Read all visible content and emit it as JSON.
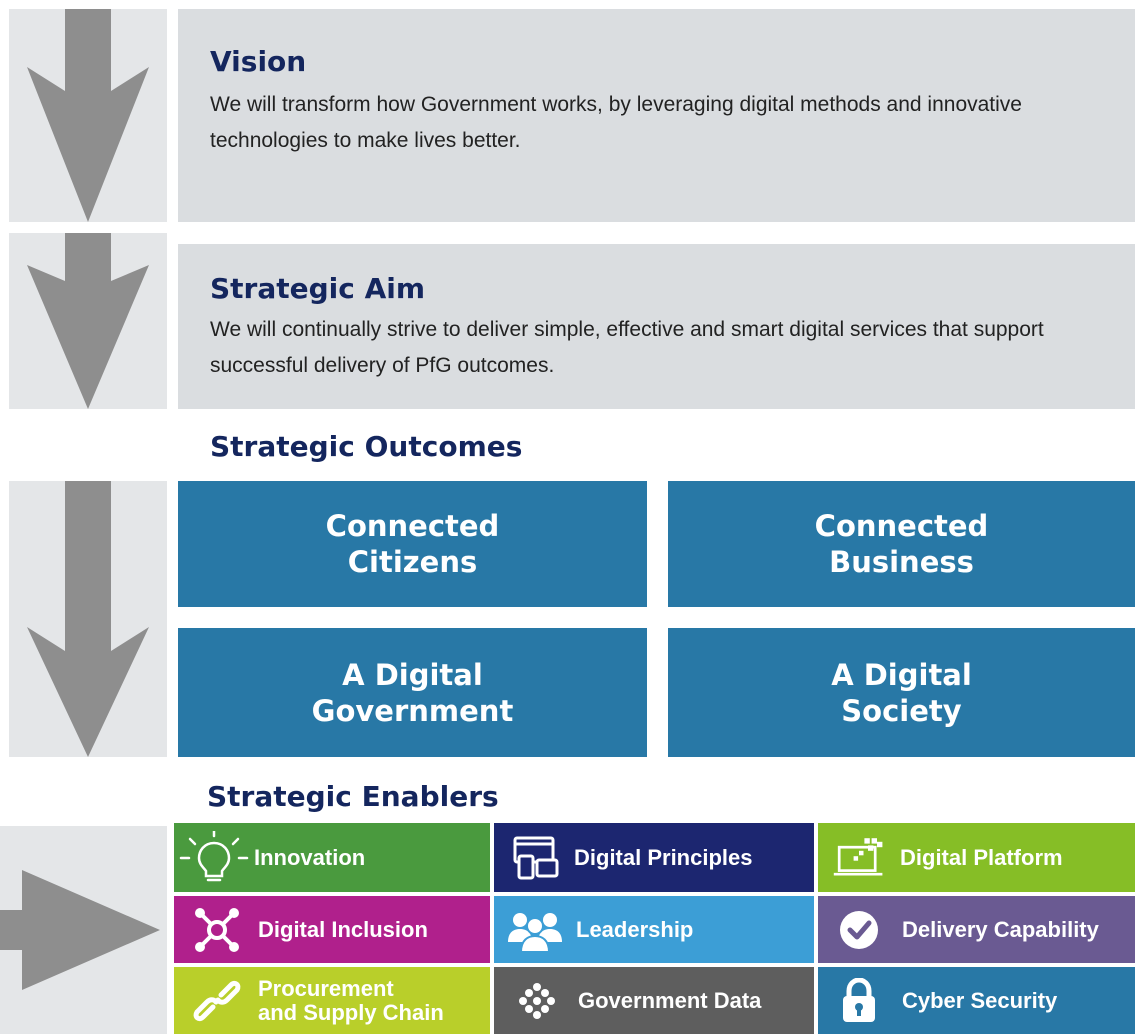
{
  "vision": {
    "title": "Vision",
    "text": "We will transform how Government works, by leveraging digital methods and innovative technologies to make lives better."
  },
  "strategic_aim": {
    "title": "Strategic Aim",
    "text": "We will continually strive to deliver simple, effective and smart digital services that support successful delivery of PfG outcomes."
  },
  "strategic_outcomes": {
    "heading": "Strategic Outcomes",
    "items": [
      {
        "label": "Connected\nCitizens"
      },
      {
        "label": "Connected\nBusiness"
      },
      {
        "label": "A Digital\nGovernment"
      },
      {
        "label": "A Digital\nSociety"
      }
    ]
  },
  "strategic_enablers": {
    "heading": "Strategic Enablers",
    "items": [
      {
        "label": "Innovation",
        "icon": "lightbulb-icon",
        "color": "#4a9a3e"
      },
      {
        "label": "Digital Principles",
        "icon": "devices-icon",
        "color": "#1c2670"
      },
      {
        "label": "Digital Platform",
        "icon": "laptop-icon",
        "color": "#86be26"
      },
      {
        "label": "Digital Inclusion",
        "icon": "network-icon",
        "color": "#b0208c"
      },
      {
        "label": "Leadership",
        "icon": "people-icon",
        "color": "#3c9ed6"
      },
      {
        "label": "Delivery Capability",
        "icon": "checkmark-icon",
        "color": "#6a5a92"
      },
      {
        "label": "Procurement\nand Supply Chain",
        "icon": "chain-link-icon",
        "color": "#b9cf2a"
      },
      {
        "label": "Government Data",
        "icon": "data-cells-icon",
        "color": "#5e5e5e"
      },
      {
        "label": "Cyber Security",
        "icon": "padlock-icon",
        "color": "#2878a6"
      }
    ]
  },
  "colors": {
    "navy": "#14265e",
    "outcome_blue": "#2878a6",
    "panel_grey": "#dadde0",
    "arrow_grey": "#8e8e8e"
  }
}
